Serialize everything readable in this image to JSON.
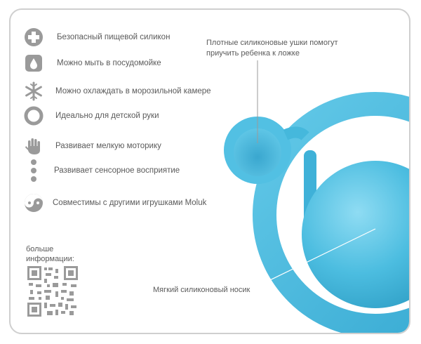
{
  "features": [
    {
      "icon": "plus-circle-icon",
      "label": "Безопасный пищевой силикон"
    },
    {
      "icon": "water-drop-icon",
      "label": "Можно мыть в посудомойке"
    },
    {
      "icon": "snowflake-icon",
      "label": "Можно охлаждать в морозильной камере"
    },
    {
      "icon": "ring-icon",
      "label": "Идеально для детской руки"
    },
    {
      "icon": "hand-icon",
      "label": "Развивает мелкую моторику"
    },
    {
      "icon": "dots-icon",
      "label": "Развивает сенсорное восприятие"
    },
    {
      "icon": "yin-yang-icon",
      "label": "Совместимы с другими игрушками Moluk"
    }
  ],
  "annotations": {
    "ears_line1": "Плотные силиконовые ушки помогут",
    "ears_line2": "приучить ребенка к ложке",
    "nose": "Мягкий силиконовый носик"
  },
  "more_info": {
    "line1": "больше",
    "line2": "информации:"
  },
  "colors": {
    "product": "#45b8dc",
    "icon": "#9a9a9a",
    "text": "#5a5a5a",
    "frame": "#cfcfcf"
  }
}
